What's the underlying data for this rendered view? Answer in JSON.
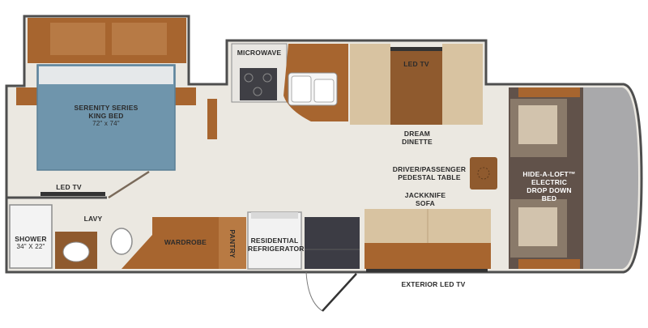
{
  "labels": {
    "bed_title_1": "SERENITY SERIES",
    "bed_title_2": "KING BED",
    "bed_size": "72\" x 74\"",
    "bedroom_tv": "LED TV",
    "lavy": "LAVY",
    "shower_1": "SHOWER",
    "shower_2": "34\" X 22\"",
    "wardrobe": "WARDROBE",
    "pantry": "PANTRY",
    "fridge_1": "RESIDENTIAL",
    "fridge_2": "REFRIGERATOR",
    "microwave": "MICROWAVE",
    "dinette_tv": "LED TV",
    "dinette_1": "DREAM",
    "dinette_2": "DINETTE",
    "table_1": "DRIVER/PASSENGER",
    "table_2": "PEDESTAL TABLE",
    "sofa_1": "JACKKNIFE",
    "sofa_2": "SOFA",
    "loft_1": "HIDE-A-LOFT™",
    "loft_2": "ELECTRIC",
    "loft_3": "DROP DOWN",
    "loft_4": "BED",
    "exterior_tv": "EXTERIOR LED TV"
  },
  "colors": {
    "wall": "#5a5a5a",
    "floor": "#ebe8e1",
    "wood": "#a0622f",
    "wood_light": "#c58a52",
    "bed": "#6f95ac",
    "fabric_light": "#d8c3a1",
    "cab_dark": "#5b4d40",
    "counter": "#3f3f45"
  }
}
